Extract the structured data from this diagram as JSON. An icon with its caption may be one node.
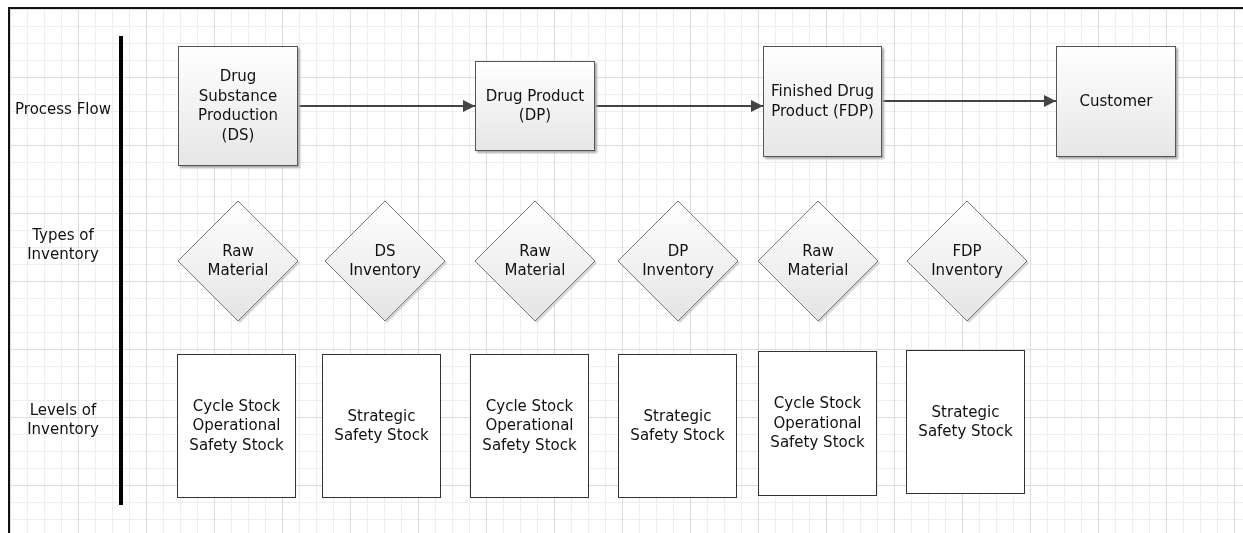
{
  "diagram": {
    "nodes": [
      {
        "text": [
          "Drug Substance Production (DS)"
        ]
      },
      {
        "text": [
          "Drug Product (DP)"
        ]
      },
      {
        "text": [
          "Finished Drug Product (FDP)"
        ]
      },
      {
        "text": [
          "Customer"
        ]
      },
      {
        "text": [
          "Raw Material"
        ]
      },
      {
        "text": [
          "DS Inventory"
        ]
      },
      {
        "text": [
          "Raw Material"
        ]
      },
      {
        "text": [
          "DP Inventory"
        ]
      },
      {
        "text": [
          "Raw Material"
        ]
      },
      {
        "text": [
          "FDP Inventory"
        ]
      },
      {
        "text": [
          "Cycle Stock Operational Safety Stock"
        ]
      },
      {
        "text": [
          "Strategic Safety Stock"
        ]
      },
      {
        "text": [
          "Cycle Stock Operational Safety Stock"
        ]
      },
      {
        "text": [
          "Strategic Safety Stock"
        ]
      },
      {
        "text": [
          "Cycle Stock Operational Safety Stock"
        ]
      },
      {
        "text": [
          "Strategic Safety Stock"
        ]
      }
    ],
    "edges": [
      {
        "from": 0,
        "to": 1,
        "arrow": "to"
      },
      {
        "from": 1,
        "to": 2,
        "arrow": "to"
      },
      {
        "from": 2,
        "to": 3,
        "arrow": "to"
      }
    ],
    "labels": [
      "Process Flow",
      "Types of Inventory",
      "Levels of Inventory"
    ]
  }
}
